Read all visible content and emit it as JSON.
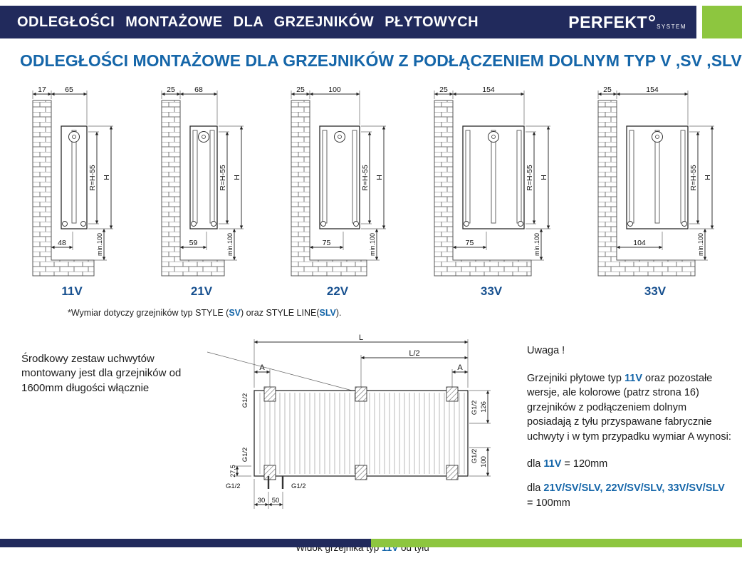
{
  "header": {
    "title": "ODLEGŁOŚCI MONTAŻOWE DLA GRZEJNIKÓW PŁYTOWYCH",
    "logo_main": "PERFEKT",
    "logo_sub": "SYSTEM"
  },
  "subheader": {
    "title": "ODLEGŁOŚCI MONTAŻOWE DLA GRZEJNIKÓW Z PODŁĄCZENIEM DOLNYM TYP V ,SV ,SLV"
  },
  "colors": {
    "navy": "#212a5c",
    "green": "#8dc63f",
    "blue": "#1566a9",
    "label_blue": "#17508f"
  },
  "diagrams": [
    {
      "label": "11V",
      "panels": 1,
      "dim_wall": "17",
      "dim_depth": "65",
      "dim_r": "R=H-55",
      "dim_h": "H",
      "dim_bottom": "48",
      "dim_min": "min.100"
    },
    {
      "label": "21V",
      "panels": 2,
      "dim_wall": "25",
      "dim_depth": "68",
      "dim_r": "R=H-55",
      "dim_h": "H",
      "dim_bottom": "59",
      "dim_min": "min.100"
    },
    {
      "label": "22V",
      "panels": 2,
      "dim_wall": "25",
      "dim_depth": "100",
      "dim_r": "R=H-55",
      "dim_h": "H",
      "dim_bottom": "75",
      "dim_min": "min.100"
    },
    {
      "label": "33V",
      "panels": 3,
      "dim_wall": "25",
      "dim_depth": "154",
      "dim_r": "R=H-55",
      "dim_h": "H",
      "dim_bottom": "75",
      "dim_min": "min.100"
    },
    {
      "label": "33V",
      "panels": 3,
      "dim_wall": "25",
      "dim_depth": "154",
      "dim_r": "R=H-55",
      "dim_h": "H",
      "dim_bottom": "104",
      "dim_min": "min.100"
    }
  ],
  "footnote": {
    "p1": "*Wymiar dotyczy grzejników typ STYLE (",
    "b1": "SV",
    "p2": ") oraz STYLE LINE(",
    "b2": "SLV",
    "p3": ")."
  },
  "bottom": {
    "left_note": "Środkowy zestaw uchwytów montowany jest dla grzejników od 1600mm długości włącznie",
    "rear": {
      "L": "L",
      "L2": "L/2",
      "A": "A",
      "G": "G1/2",
      "d126": "126",
      "d100": "100",
      "d27": "27,5",
      "d30": "30",
      "d50": "50"
    },
    "caption": {
      "p1": "Widok grzejnika typ ",
      "type": "11V",
      "p2": " od tyłu"
    },
    "right": {
      "title": "Uwaga !",
      "p1": "Grzejniki płytowe typ ",
      "b1": "11V",
      "p2": " oraz pozostałe wersje, ale kolorowe (patrz strona 16) grzejników z podłączeniem dolnym posiadają z tyłu przyspawane fabrycznie uchwyty i w tym przypadku wymiar A wynosi:",
      "l1p": "dla ",
      "l1b": "11V",
      "l1s": " = 120mm",
      "l2p": "dla ",
      "l2b": "21V/SV/SLV, 22V/SV/SLV, 33V/SV/SLV",
      "l2s": " = 100mm"
    }
  }
}
